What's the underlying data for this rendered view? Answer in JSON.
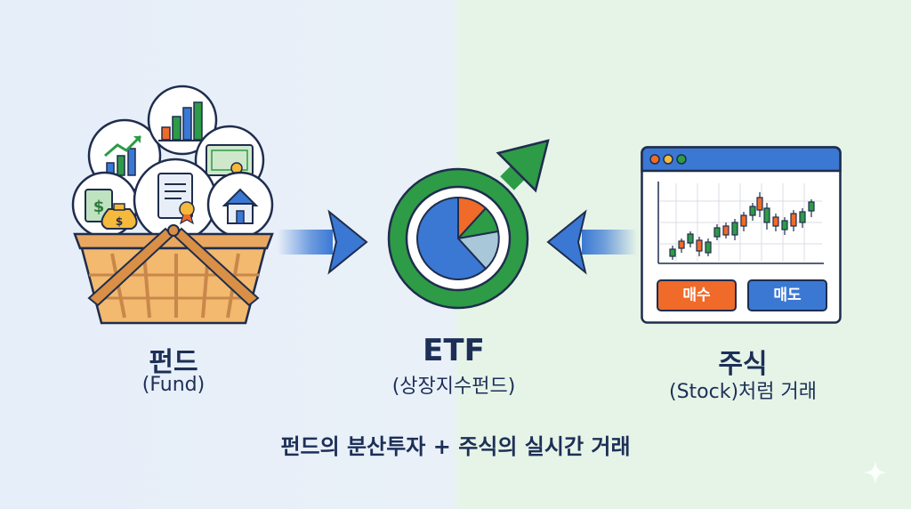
{
  "fund": {
    "title": "펀드",
    "subtitle": "(Fund)"
  },
  "etf": {
    "title": "ETF",
    "subtitle": "(상장지수펀드)"
  },
  "stock": {
    "title": "주식",
    "subtitle": "(Stock)처럼 거래",
    "buy_label": "매수",
    "sell_label": "매도"
  },
  "caption": "펀드의 분산투자 + 주식의 실시간 거래",
  "colors": {
    "fund_bg": "#e6eef9",
    "stock_bg": "#e5f4e6",
    "arrow_blue": "#3a78d4",
    "ring_green": "#2e9b47",
    "buy_orange": "#f06a2a",
    "sell_blue": "#3a78d4",
    "title_navy": "#1d2f57"
  },
  "icons": [
    "basket-icon",
    "dollar-bill-icon",
    "money-bag-icon",
    "bar-chart-icon",
    "line-chart-icon",
    "certificate-icon",
    "document-icon",
    "house-icon",
    "pie-chart-icon",
    "up-arrow-icon",
    "candlestick-chart-icon",
    "sparkle-icon"
  ]
}
